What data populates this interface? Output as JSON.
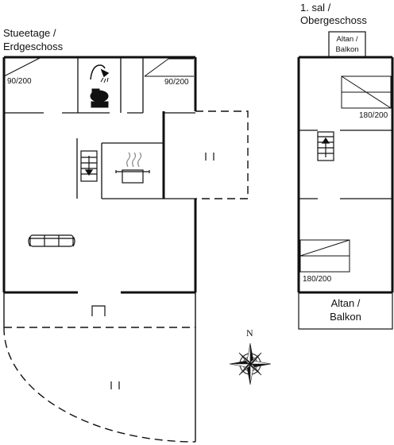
{
  "ground_floor": {
    "title_line1": "Stueetage /",
    "title_line2": "Erdgeschoss",
    "bed_left": "90/200",
    "bed_right": "90/200"
  },
  "upper_floor": {
    "title_line1": "1. sal /",
    "title_line2": "Obergeschoss",
    "balcony_small_line1": "Altan /",
    "balcony_small_line2": "Balkon",
    "bed_top": "180/200",
    "bed_bottom": "180/200",
    "balcony_big_line1": "Altan /",
    "balcony_big_line2": "Balkon"
  },
  "compass": {
    "north_label": "N"
  }
}
